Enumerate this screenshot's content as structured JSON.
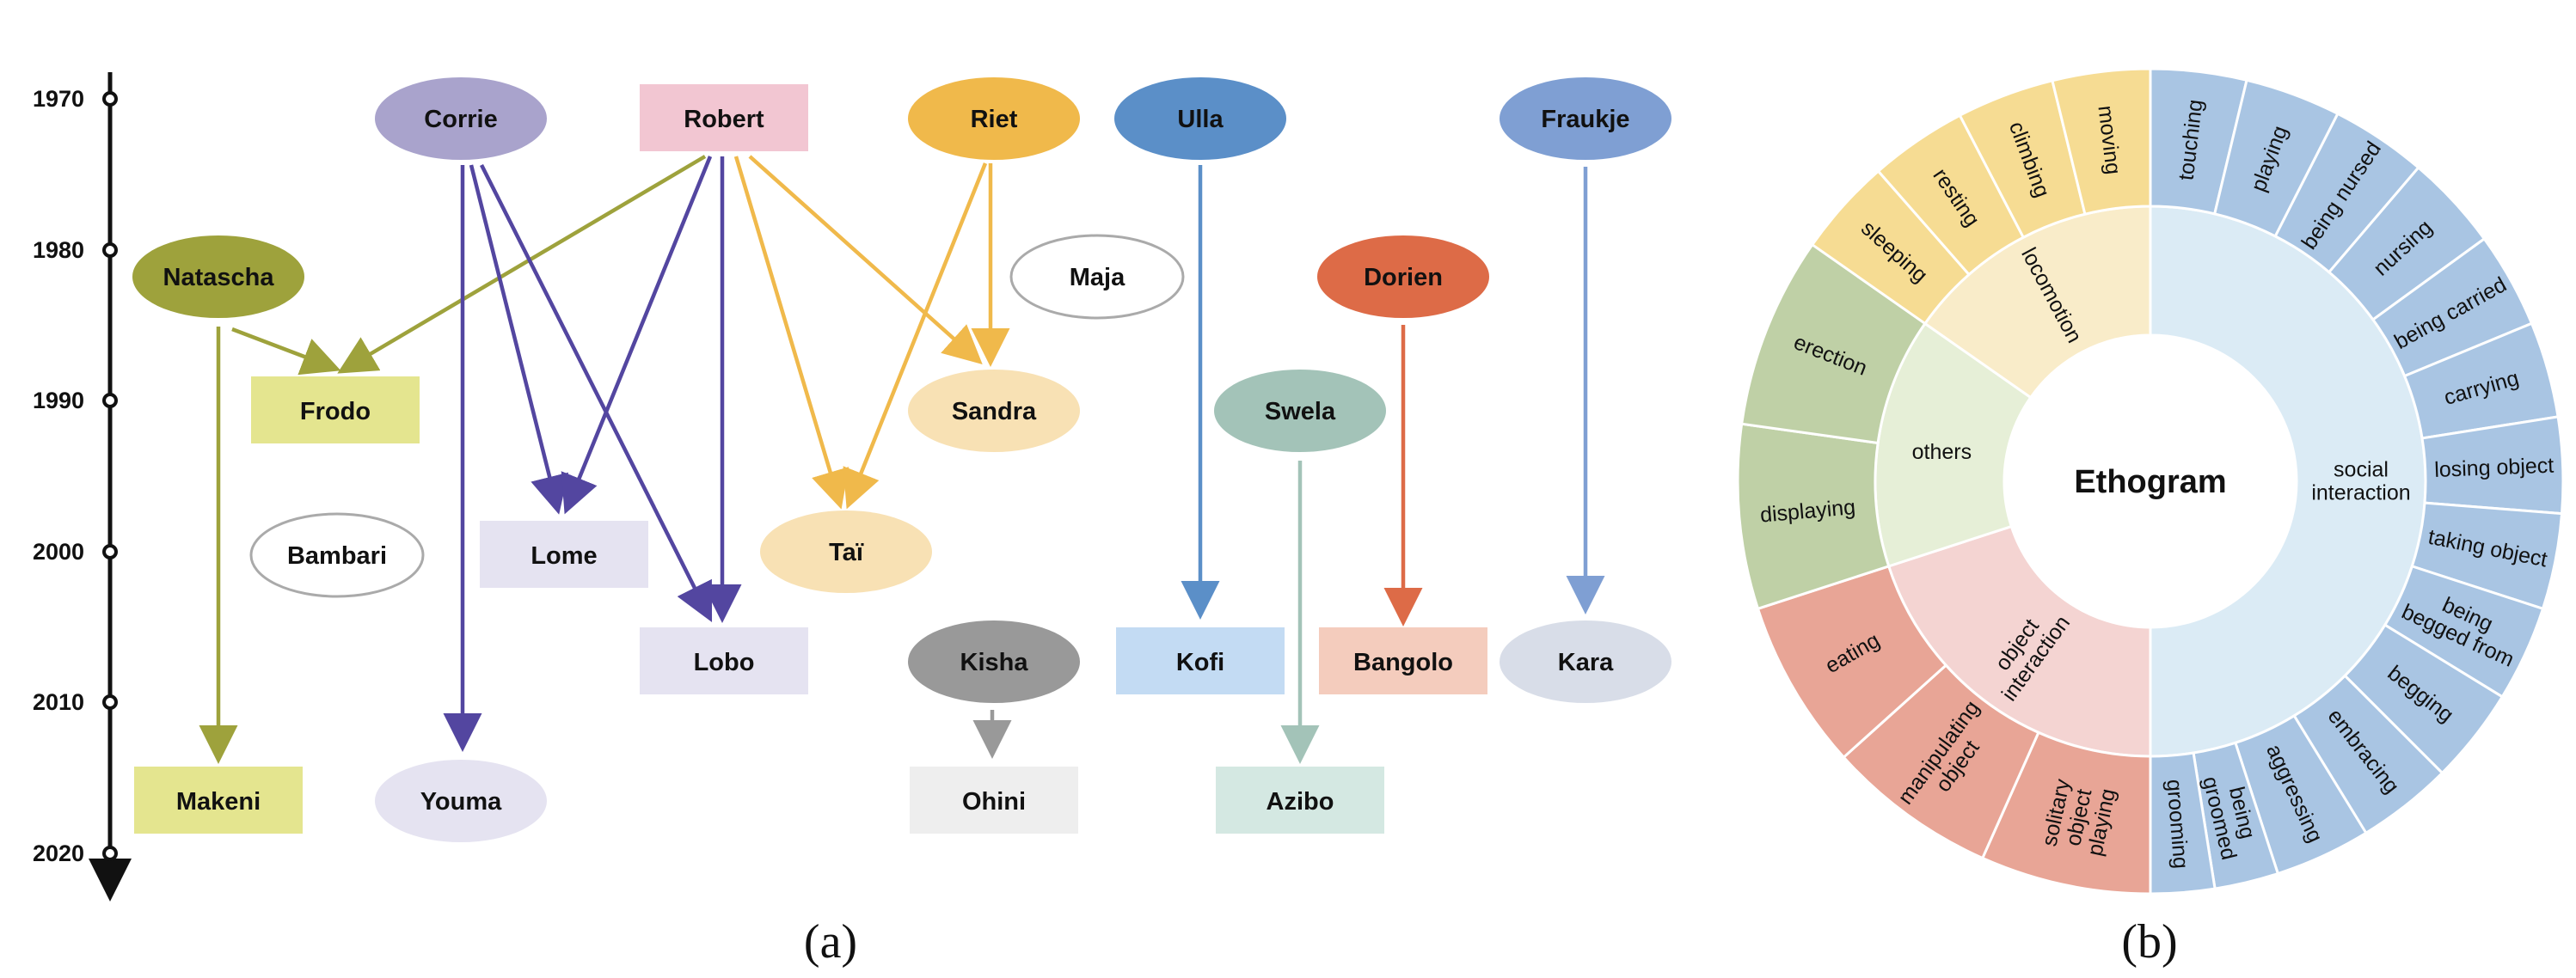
{
  "panel_a": {
    "caption": "(a)",
    "years": [
      "1970",
      "1980",
      "1990",
      "2000",
      "2010",
      "2020"
    ],
    "individuals": {
      "corrie": "Corrie",
      "robert": "Robert",
      "riet": "Riet",
      "ulla": "Ulla",
      "fraukje": "Fraukje",
      "natascha": "Natascha",
      "maja": "Maja",
      "dorien": "Dorien",
      "frodo": "Frodo",
      "sandra": "Sandra",
      "swela": "Swela",
      "bambari": "Bambari",
      "lome": "Lome",
      "tai": "Taï",
      "lobo": "Lobo",
      "kisha": "Kisha",
      "kofi": "Kofi",
      "bangolo": "Bangolo",
      "kara": "Kara",
      "makeni": "Makeni",
      "youma": "Youma",
      "ohini": "Ohini",
      "azibo": "Azibo"
    },
    "colors": {
      "olive": "#9ea23c",
      "olive_light": "#e4e58f",
      "purple": "#5346a0",
      "purple_node": "#a9a3cc",
      "purple_light": "#e5e3f1",
      "pink": "#f2c6d2",
      "orange": "#f0b94b",
      "orange_light": "#f8e1b4",
      "blue": "#5b8fc8",
      "blue_light": "#c3dbf3",
      "slate": "#7f9fd3",
      "slate_light": "#d8dde8",
      "red": "#dd6b47",
      "red_light": "#f4ccbd",
      "teal": "#a3c3b8",
      "teal_light": "#d4e8e2",
      "gray": "#999999",
      "gray_light": "#eeeeee"
    }
  },
  "panel_b": {
    "caption": "(b)",
    "center": "Ethogram",
    "categories": {
      "social": "social interaction",
      "locomotion": "locomotion",
      "others": "others",
      "object": "object interaction"
    },
    "behaviors": {
      "touching": "touching",
      "playing": "playing",
      "being_nursed": "being nursed",
      "nursing": "nursing",
      "being_carried": "being carried",
      "carrying": "carrying",
      "losing_object": "losing object",
      "taking_object": "taking object",
      "being_begged_from": "being begged from",
      "begging": "begging",
      "embracing": "embracing",
      "aggressing": "aggressing",
      "being_groomed": "being groomed",
      "grooming": "grooming",
      "solitary_object_playing": "solitary object playing",
      "manipulating_object": "manipulating object",
      "eating": "eating",
      "displaying": "displaying",
      "erection": "erection",
      "sleeping": "sleeping",
      "resting": "resting",
      "climbing": "climbing",
      "moving": "moving"
    },
    "colors": {
      "social_inner": "#dbebf5",
      "social_outer": "#a9c5e3",
      "loco_inner": "#f9ecc9",
      "loco_outer": "#f6dc93",
      "others_inner": "#e6efd7",
      "others_outer": "#bfd0a6",
      "object_inner": "#f4d4d2",
      "object_outer": "#e8a596"
    }
  }
}
